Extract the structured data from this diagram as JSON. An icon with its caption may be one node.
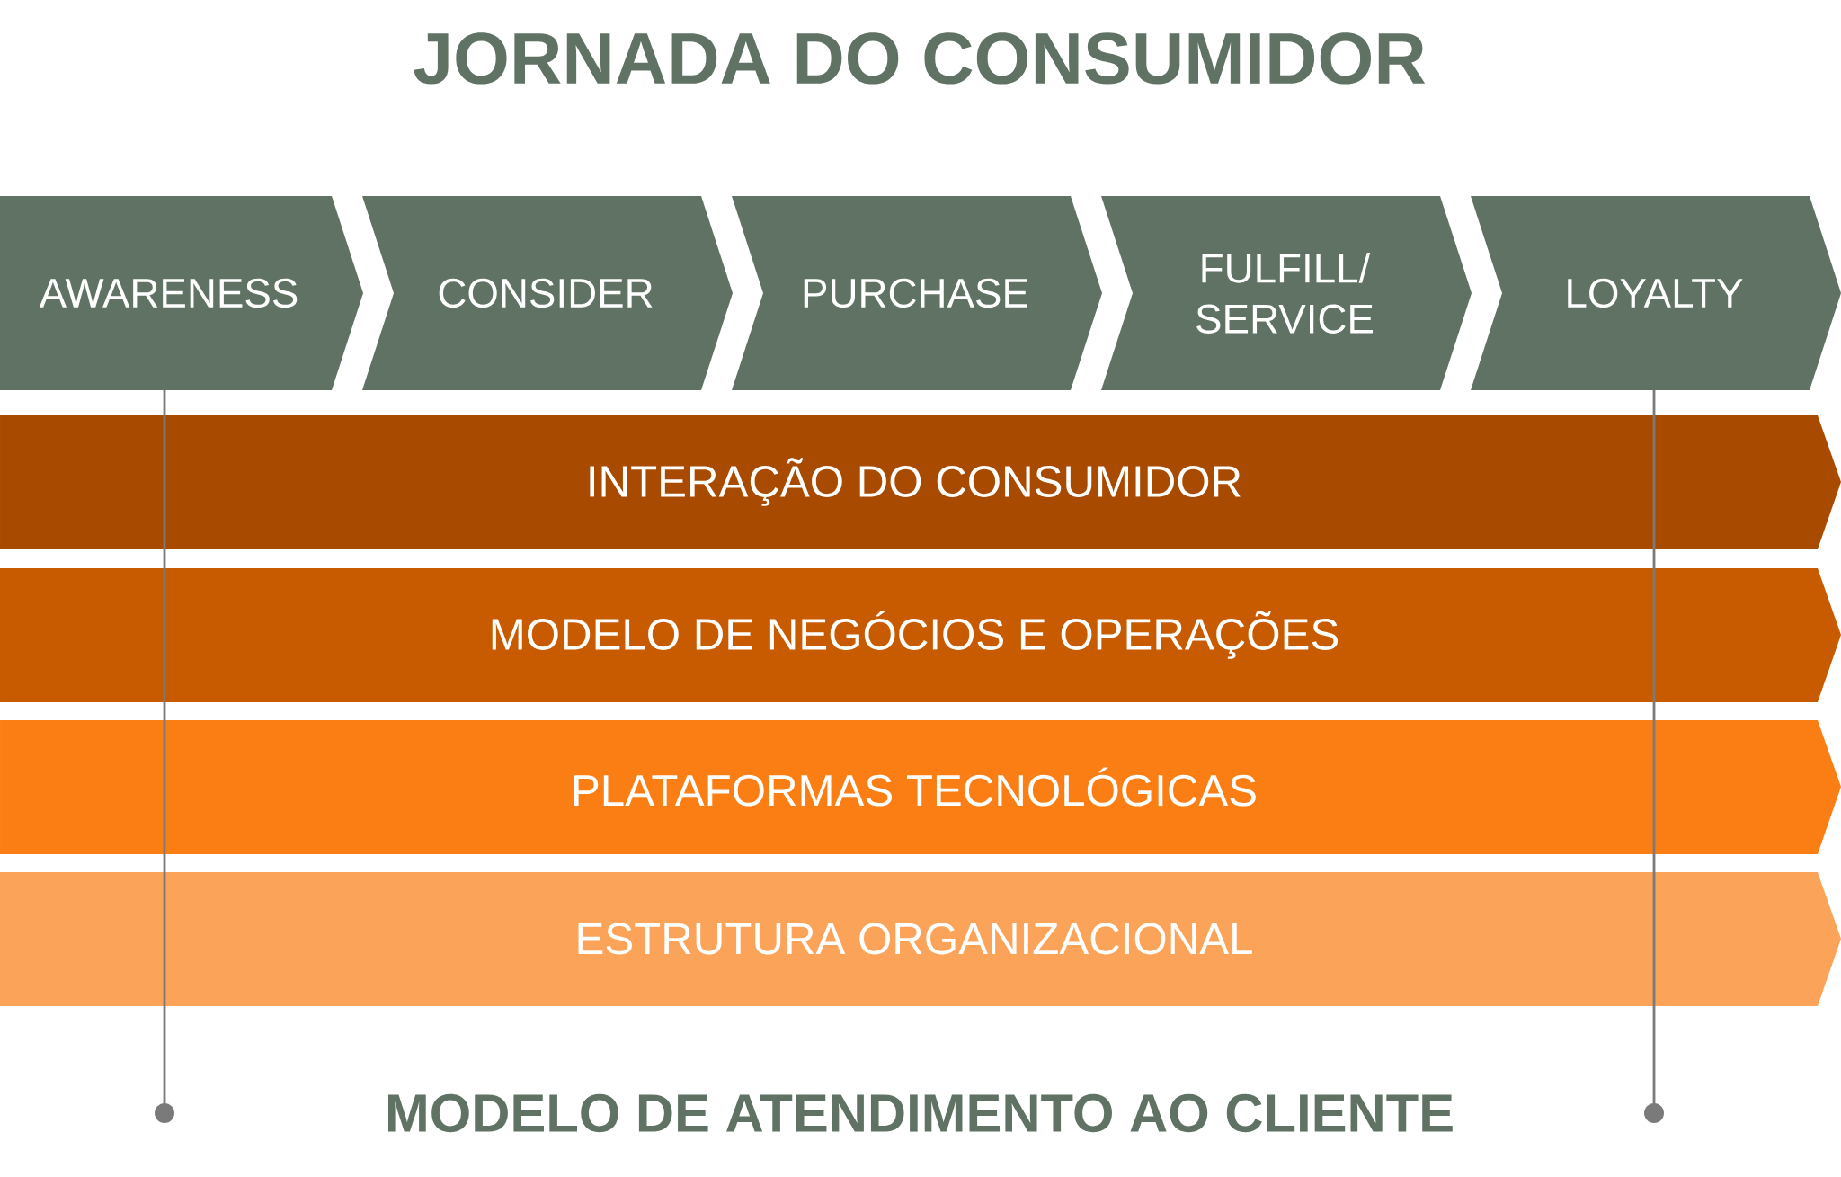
{
  "diagram": {
    "title": "JORNADA DO CONSUMIDOR",
    "nodes": [
      {
        "text": [
          "AWARENESS"
        ]
      },
      {
        "text": [
          "CONSIDER"
        ]
      },
      {
        "text": [
          "PURCHASE"
        ]
      },
      {
        "text": [
          "FULFILL/ SERVICE"
        ]
      },
      {
        "text": [
          "LOYALTY"
        ]
      },
      {
        "text": [
          "INTERAÇÃO DO CONSUMIDOR"
        ]
      },
      {
        "text": [
          "MODELO DE NEGÓCIOS E OPERAÇÕES"
        ]
      },
      {
        "text": [
          "PLATAFORMAS TECNOLÓGICAS"
        ]
      },
      {
        "text": [
          "ESTRUTURA ORGANIZACIONAL"
        ]
      }
    ],
    "labels": [
      "MODELO DE ATENDIMENTO AO CLIENTE"
    ]
  }
}
